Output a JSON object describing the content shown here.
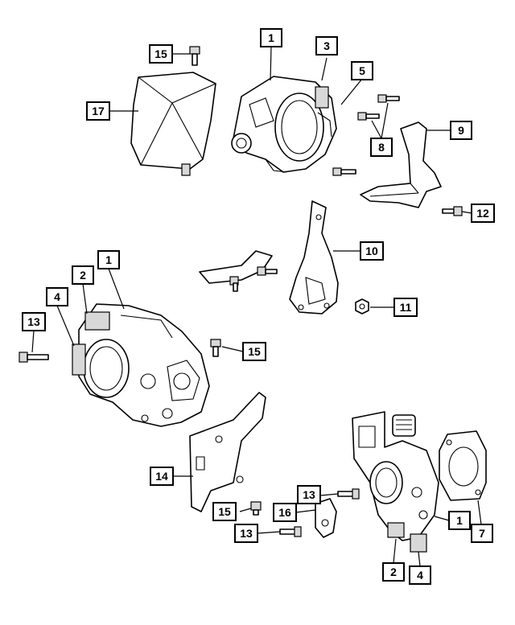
{
  "callouts": [
    {
      "id": "c-top-1",
      "label": "1"
    },
    {
      "id": "c-top-3",
      "label": "3"
    },
    {
      "id": "c-top-5",
      "label": "5"
    },
    {
      "id": "c-top-15",
      "label": "15"
    },
    {
      "id": "c-top-17",
      "label": "17"
    },
    {
      "id": "c-top-8",
      "label": "8"
    },
    {
      "id": "c-top-9",
      "label": "9"
    },
    {
      "id": "c-top-12",
      "label": "12"
    },
    {
      "id": "c-mid-10",
      "label": "10"
    },
    {
      "id": "c-mid-11",
      "label": "11"
    },
    {
      "id": "c-left-1",
      "label": "1"
    },
    {
      "id": "c-left-2",
      "label": "2"
    },
    {
      "id": "c-left-4",
      "label": "4"
    },
    {
      "id": "c-left-13",
      "label": "13"
    },
    {
      "id": "c-left-15",
      "label": "15"
    },
    {
      "id": "c-low-14",
      "label": "14"
    },
    {
      "id": "c-low-13a",
      "label": "13"
    },
    {
      "id": "c-low-15",
      "label": "15"
    },
    {
      "id": "c-low-16",
      "label": "16"
    },
    {
      "id": "c-low-13b",
      "label": "13"
    },
    {
      "id": "c-right-1",
      "label": "1"
    },
    {
      "id": "c-right-7",
      "label": "7"
    },
    {
      "id": "c-right-2",
      "label": "2"
    },
    {
      "id": "c-right-4",
      "label": "4"
    }
  ]
}
